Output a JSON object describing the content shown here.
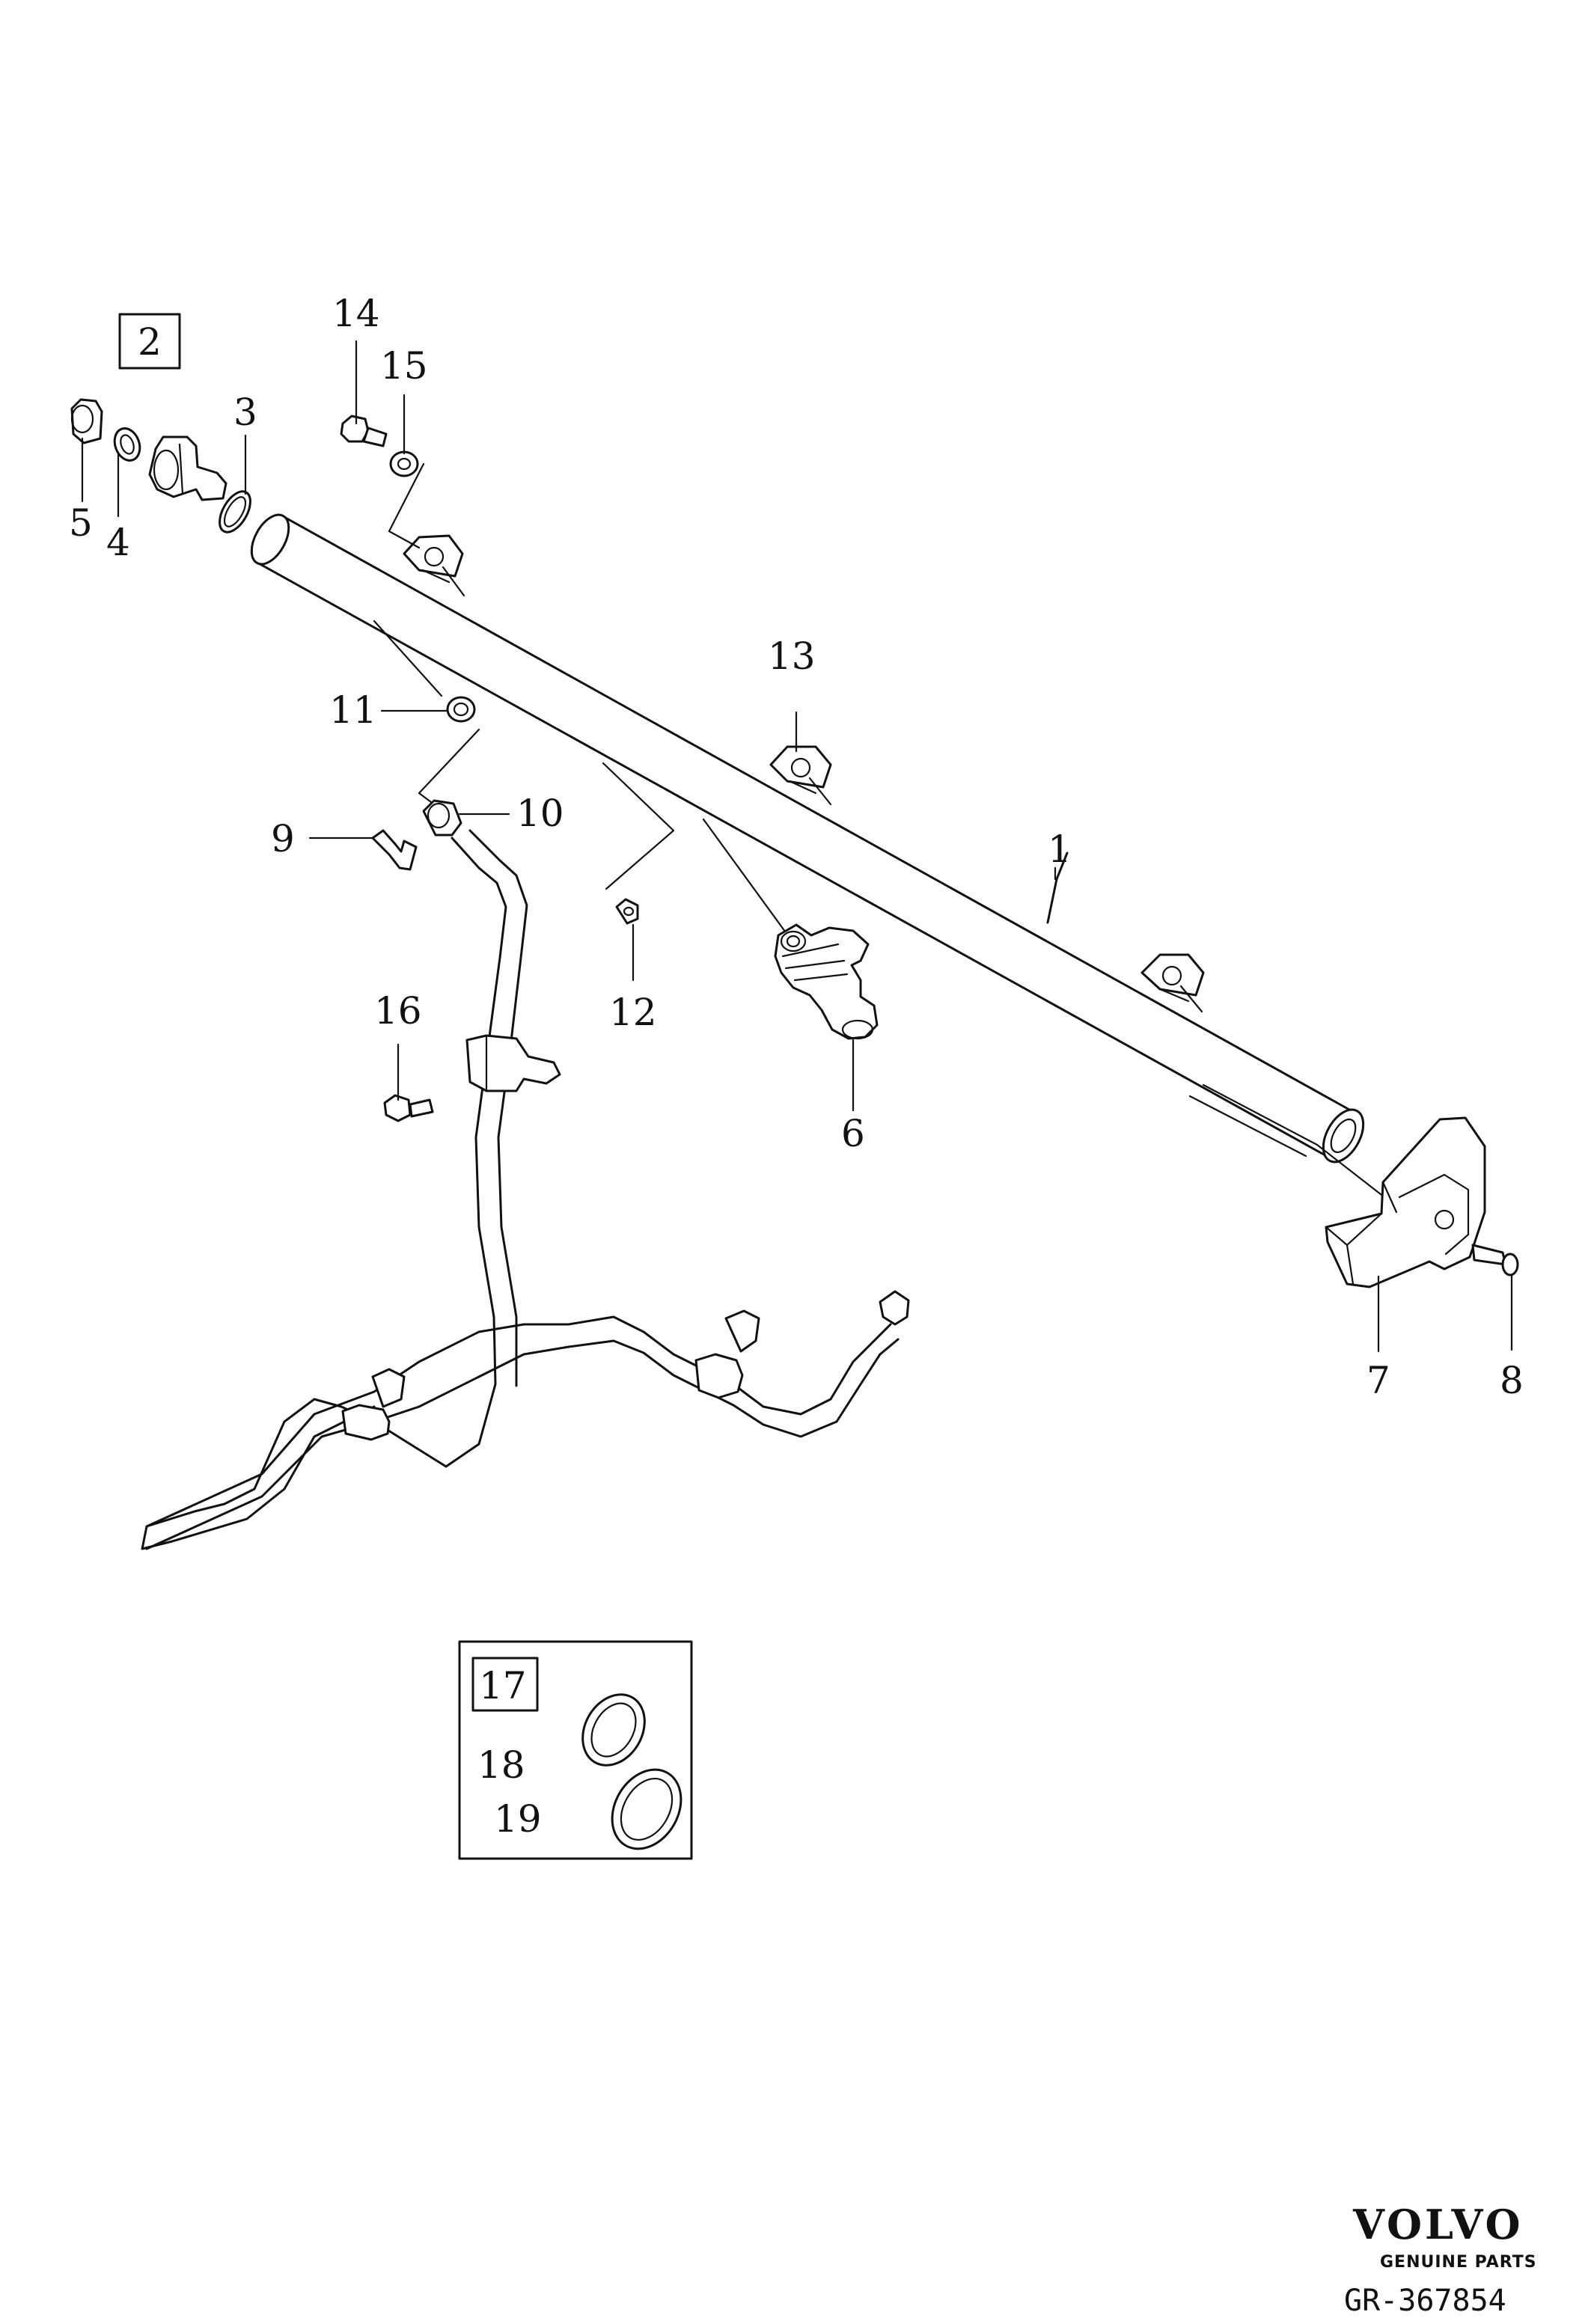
{
  "callouts": {
    "c1": "1",
    "c2": "2",
    "c3": "3",
    "c4": "4",
    "c5": "5",
    "c6": "6",
    "c7": "7",
    "c8": "8",
    "c9": "9",
    "c10": "10",
    "c11": "11",
    "c12": "12",
    "c13": "13",
    "c14": "14",
    "c15": "15",
    "c16": "16",
    "c17": "17",
    "c18": "18",
    "c19": "19"
  },
  "logo": {
    "brand": "VOLVO",
    "tagline": "GENUINE PARTS"
  },
  "reference": "GR-367854"
}
